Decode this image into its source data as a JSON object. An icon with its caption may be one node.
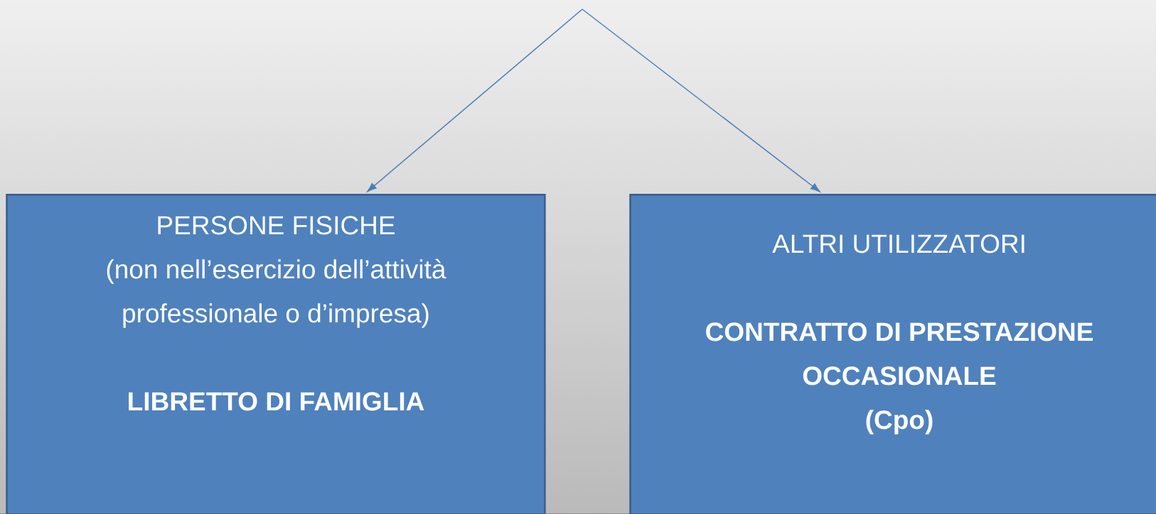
{
  "diagram": {
    "nodes": [
      {
        "text": [
          "PERSONE FISICHE",
          "(non nell’esercizio dell’attività professionale o d’impresa)",
          "LIBRETTO DI FAMIGLIA"
        ]
      },
      {
        "text": [
          "ALTRI UTILIZZATORI",
          "CONTRATTO DI PRESTAZIONE OCCASIONALE",
          "(Cpo)"
        ]
      }
    ],
    "edges": [
      {
        "from": null,
        "to": 0,
        "arrow": "to"
      },
      {
        "from": null,
        "to": 1,
        "arrow": "to"
      }
    ]
  }
}
